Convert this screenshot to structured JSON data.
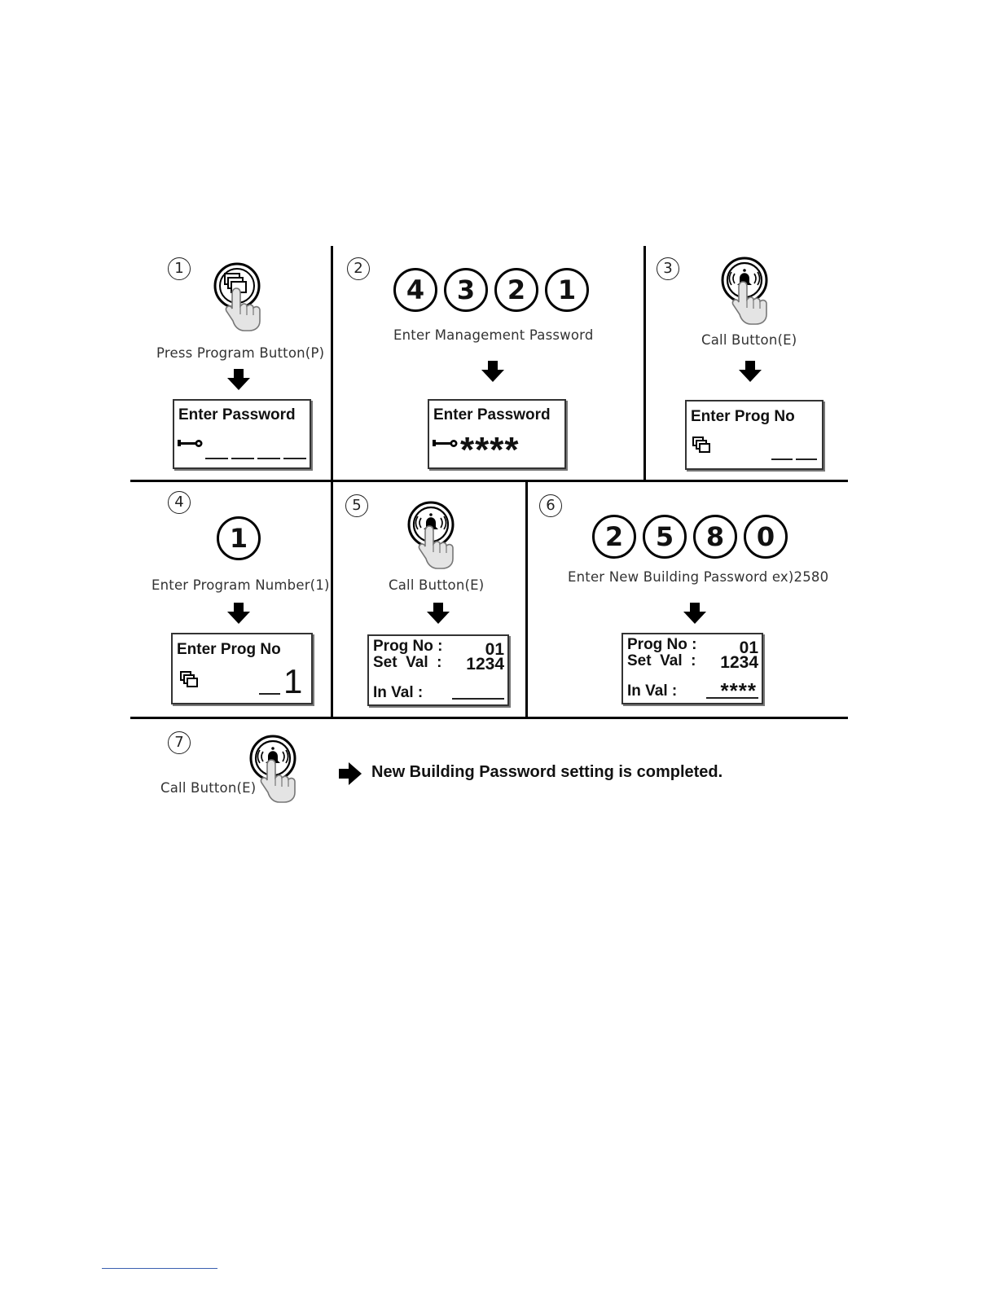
{
  "steps": [
    {
      "num": "1",
      "caption": "Press Program Button(P)",
      "lcd": {
        "title": "Enter Password"
      }
    },
    {
      "num": "2",
      "digits": [
        "4",
        "3",
        "2",
        "1"
      ],
      "caption": "Enter Management Password",
      "lcd": {
        "title": "Enter Password",
        "value": "****"
      }
    },
    {
      "num": "3",
      "caption": "Call Button(E)",
      "lcd": {
        "title": "Enter Prog No"
      }
    },
    {
      "num": "4",
      "digits": [
        "1"
      ],
      "caption": "Enter Program Number(1)",
      "lcd": {
        "title": "Enter Prog No",
        "value": "1"
      }
    },
    {
      "num": "5",
      "caption": "Call Button(E)",
      "lcd": {
        "prog_label": "Prog No :",
        "prog_value": "01",
        "set_label": "Set  Val  :",
        "set_value": "1234",
        "in_label": "In Val :"
      }
    },
    {
      "num": "6",
      "digits": [
        "2",
        "5",
        "8",
        "0"
      ],
      "caption": "Enter New Building Password ex)2580",
      "lcd": {
        "prog_label": "Prog No :",
        "prog_value": "01",
        "set_label": "Set  Val  :",
        "set_value": "1234",
        "in_label": "In Val :",
        "in_value": "****"
      }
    },
    {
      "num": "7",
      "caption": "Call Button(E)"
    }
  ],
  "final_message": "New Building Password setting is completed.",
  "icons": [
    "program-button-icon",
    "call-button-icon",
    "finger-press-icon",
    "down-arrow-icon",
    "key-icon",
    "prog-icon",
    "right-arrow-icon"
  ]
}
